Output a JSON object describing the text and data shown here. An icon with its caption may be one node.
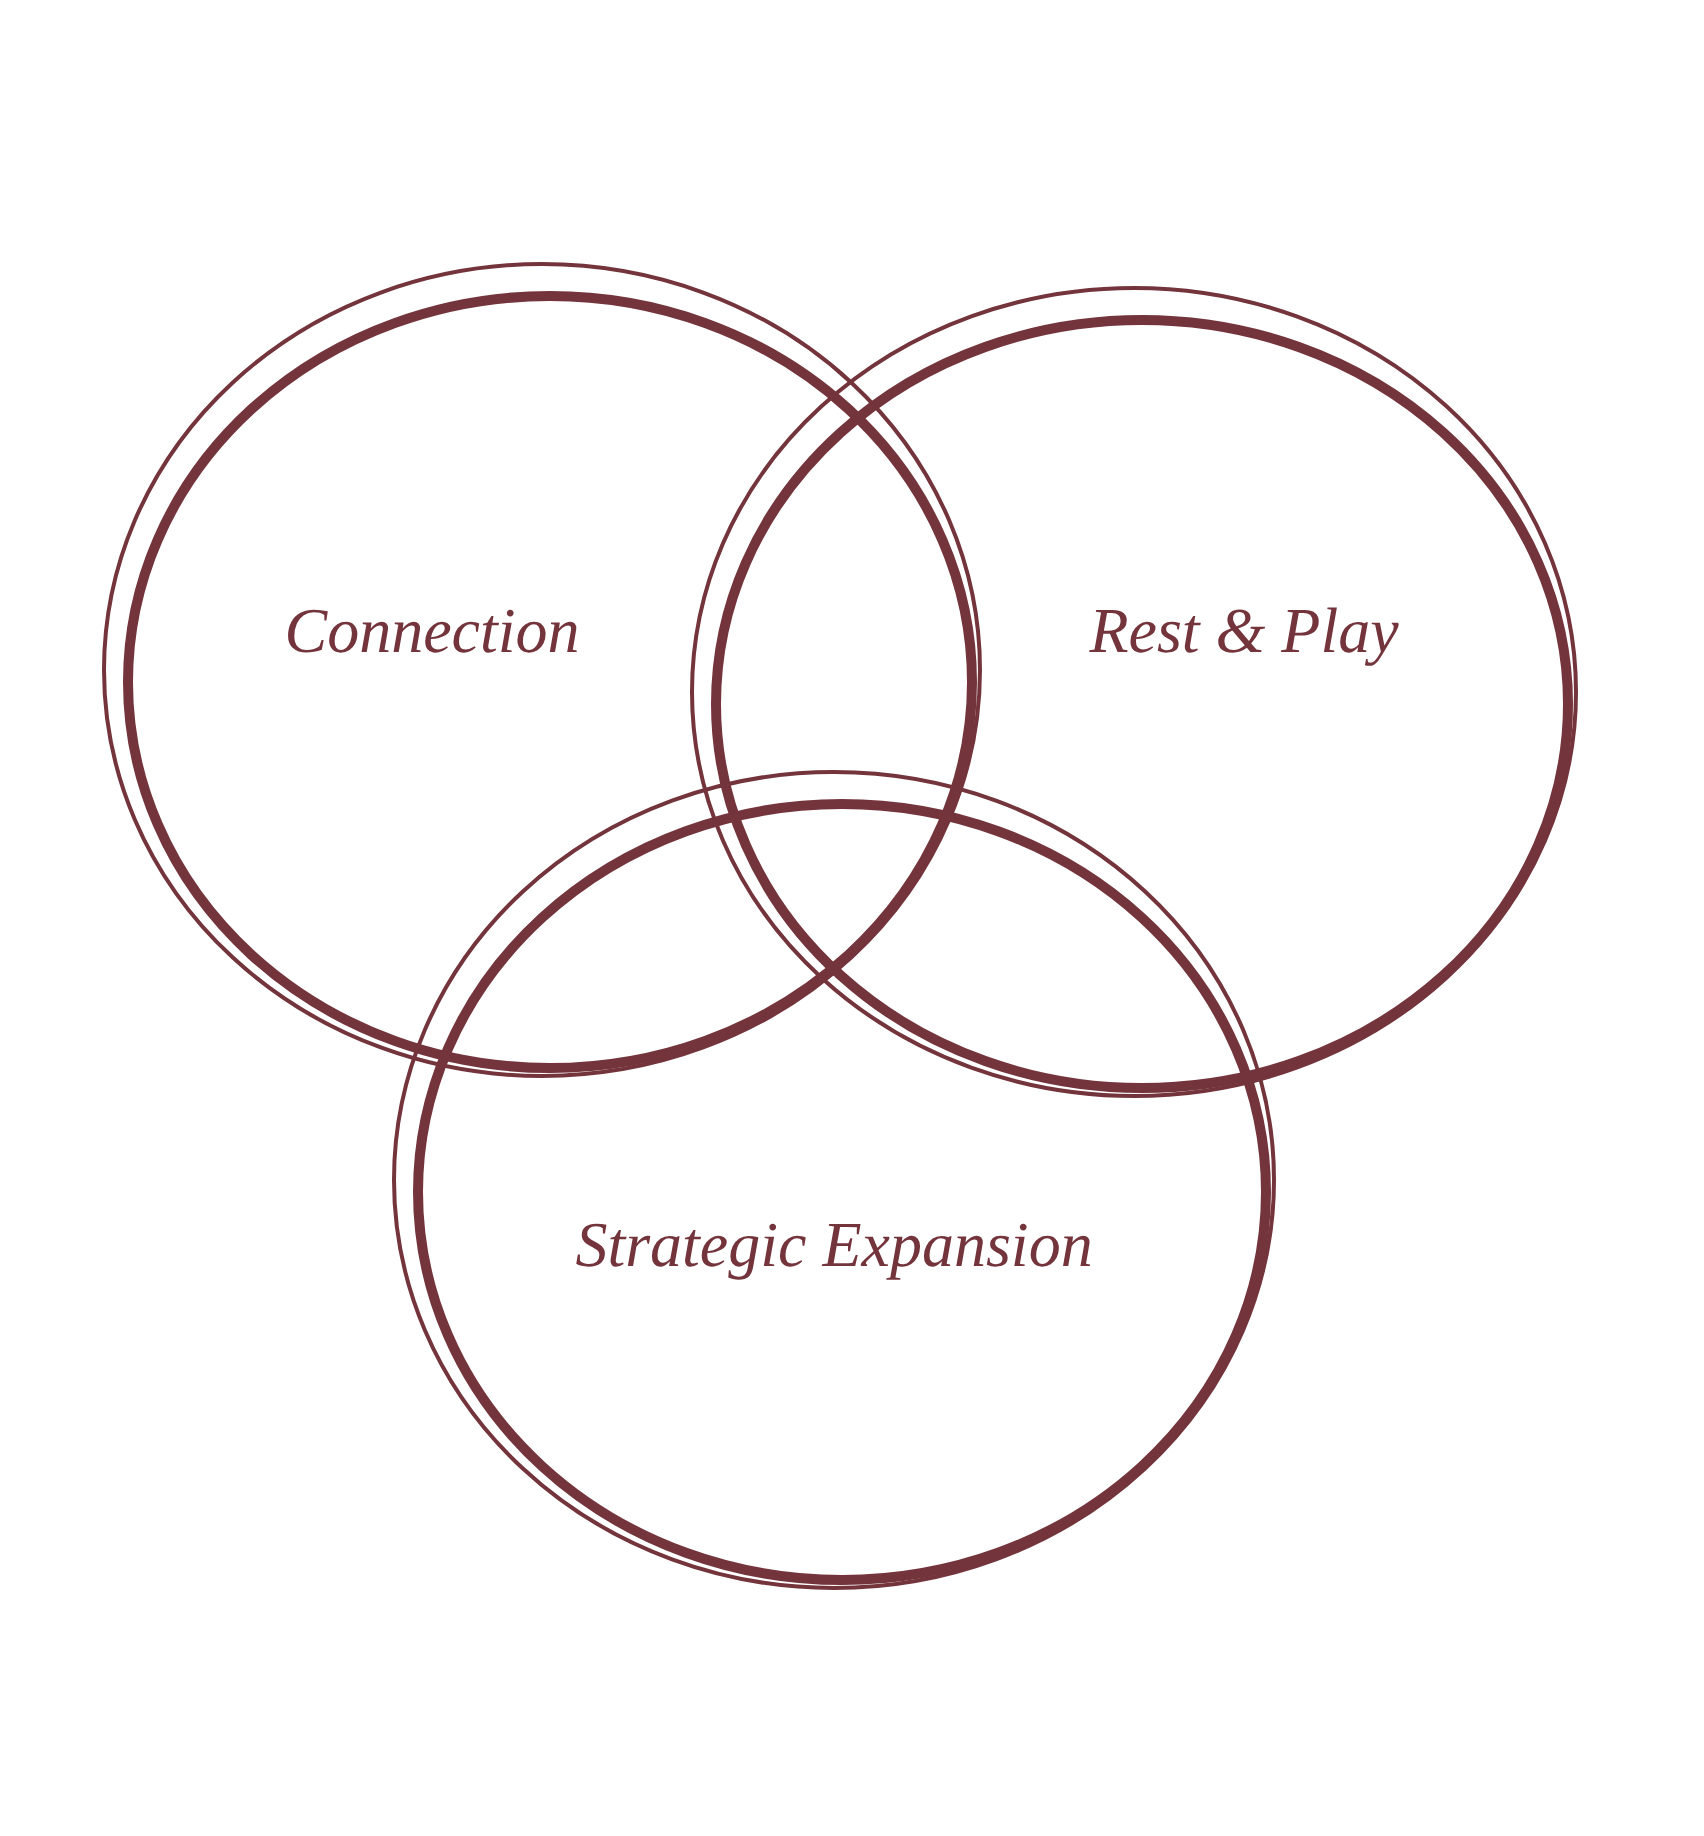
{
  "diagram": {
    "nodes": [
      {
        "text": [
          "Connection"
        ]
      },
      {
        "text": [
          "Rest & Play"
        ]
      },
      {
        "text": [
          "Strategic Expansion"
        ]
      }
    ]
  }
}
